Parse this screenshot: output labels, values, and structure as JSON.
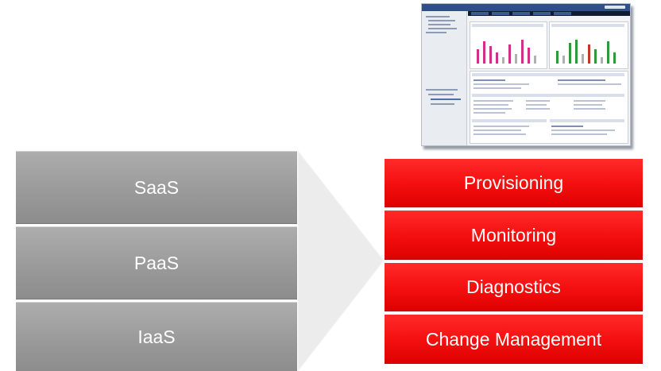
{
  "layers": [
    {
      "label": "SaaS"
    },
    {
      "label": "PaaS"
    },
    {
      "label": "IaaS"
    }
  ],
  "capabilities": [
    {
      "label": "Provisioning"
    },
    {
      "label": "Monitoring"
    },
    {
      "label": "Diagnostics"
    },
    {
      "label": "Change Management"
    }
  ],
  "colors": {
    "layer_gray": "#9a9a9a",
    "capability_red": "#f51010",
    "arrow_gray": "#ececec",
    "screenshot_titlebar": "#2f4f86"
  },
  "icons": {
    "screenshot": "dashboard-screenshot-thumbnail",
    "arrow": "chevron-arrow-right"
  }
}
